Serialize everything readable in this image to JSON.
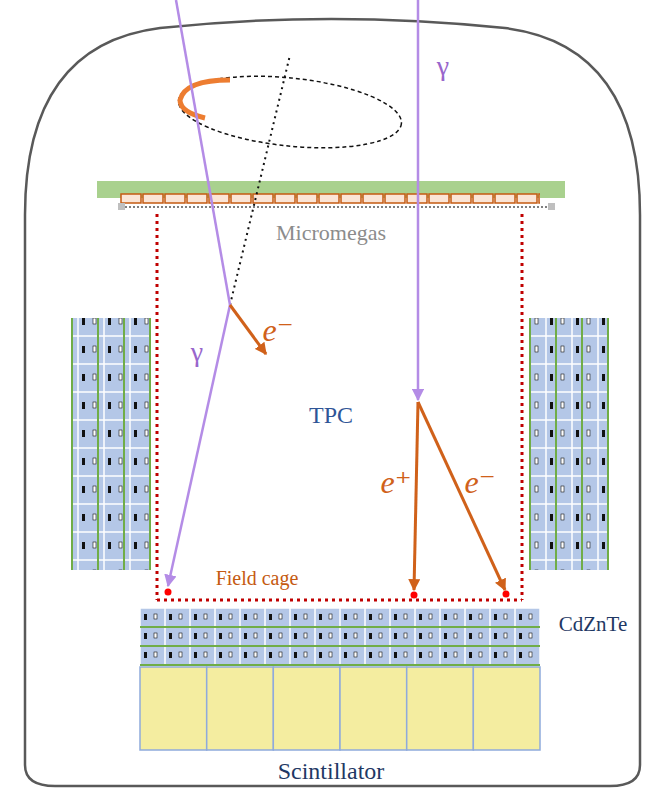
{
  "diagram": {
    "labels": [
      "γ",
      "Micromegas",
      "γ",
      "e⁻",
      "TPC",
      "e⁺",
      "e⁻",
      "Field cage",
      "CdZnTe",
      "Scintillator"
    ]
  }
}
